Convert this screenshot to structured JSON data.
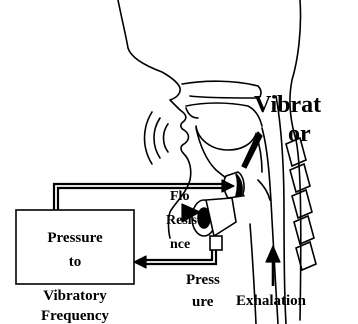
{
  "labels": {
    "vibrator_line1": "Vibrat",
    "vibrator_line2": "or",
    "box_line1": "Pressure",
    "box_line2": "to",
    "vibratory": "Vibratory",
    "frequency": "Frequency",
    "flow_line1": "Flo",
    "flow_line2": "Resista",
    "flow_line3": "nce",
    "pressure_line1": "Press",
    "pressure_line2": "ure",
    "exhalation": "Exhalation"
  },
  "colors": {
    "ink": "#000000",
    "paper": "#ffffff"
  }
}
